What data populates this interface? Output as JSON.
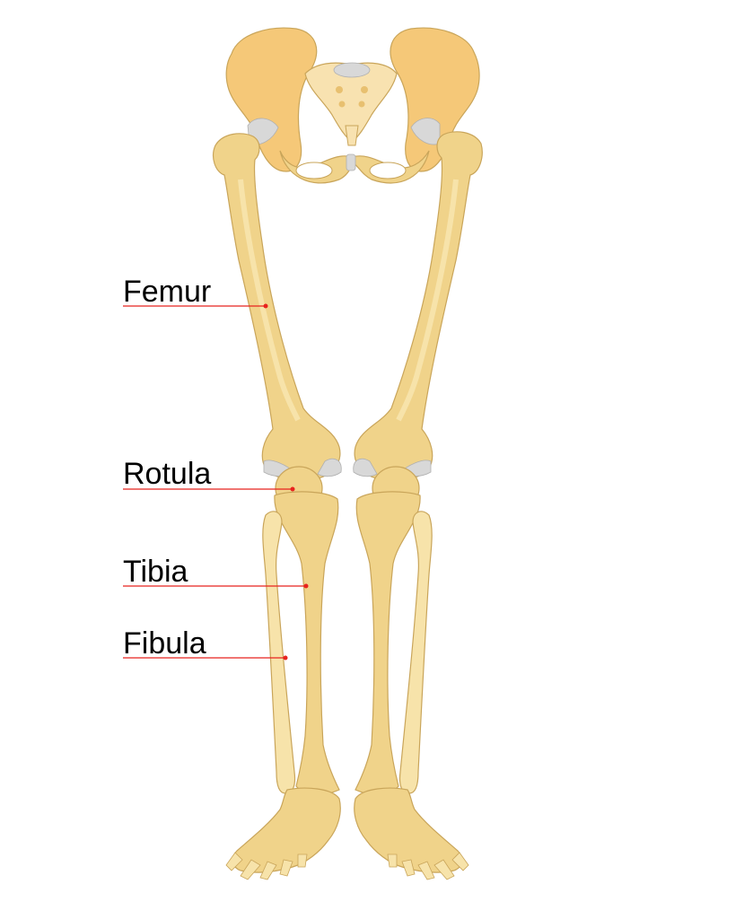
{
  "labels": {
    "femur": "Femur",
    "rotula": "Rotula",
    "tibia": "Tibia",
    "fibula": "Fibula"
  },
  "colors": {
    "bone": "#f0d38a",
    "bone_light": "#f7e3aa",
    "bone_dark": "#e8c070",
    "bone_outline": "#c9a55a",
    "pelvis": "#f5c878",
    "sacrum": "#f8e2b0",
    "cartilage": "#d8d8d8",
    "leader_line": "#e8231e",
    "text": "#000000"
  }
}
